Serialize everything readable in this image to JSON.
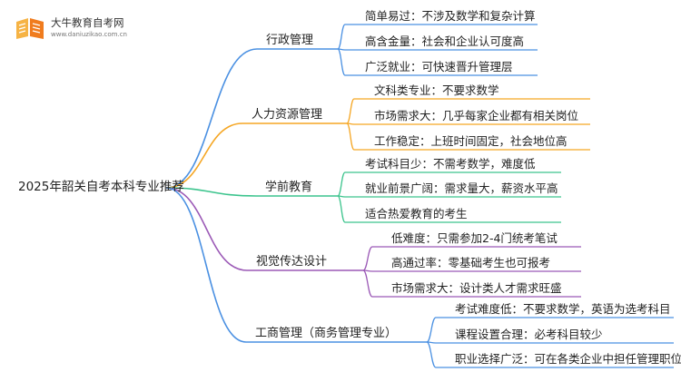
{
  "brand": {
    "name": "大牛教育自考网",
    "url": "www.daniuzikao.com.cn",
    "icon": "book-logo-icon"
  },
  "root": {
    "label": "2025年韶关自考本科专业推荐"
  },
  "colors": {
    "blue": "#4a90e2",
    "orange": "#f5a623",
    "green": "#3cc48d",
    "purple": "#9b59b6"
  },
  "branches": [
    {
      "label": "行政管理",
      "color": "blue",
      "leaves": [
        "简单易过：不涉及数学和复杂计算",
        "高含金量：社会和企业认可度高",
        "广泛就业：可快速晋升管理层"
      ]
    },
    {
      "label": "人力资源管理",
      "color": "orange",
      "leaves": [
        "文科类专业：不要求数学",
        "市场需求大：几乎每家企业都有相关岗位",
        "工作稳定：上班时间固定，社会地位高"
      ]
    },
    {
      "label": "学前教育",
      "color": "green",
      "leaves": [
        "考试科目少：不需考数学，难度低",
        "就业前景广阔：需求量大，薪资水平高",
        "适合热爱教育的考生"
      ]
    },
    {
      "label": "视觉传达设计",
      "color": "purple",
      "leaves": [
        "低难度：只需参加2-4门统考笔试",
        "高通过率：零基础考生也可报考",
        "市场需求大：设计类人才需求旺盛"
      ]
    },
    {
      "label": "工商管理（商务管理专业）",
      "color": "blue",
      "leaves": [
        "考试难度低：不要求数学，英语为选考科目",
        "课程设置合理：必考科目较少",
        "职业选择广泛：可在各类企业中担任管理职位"
      ]
    }
  ]
}
